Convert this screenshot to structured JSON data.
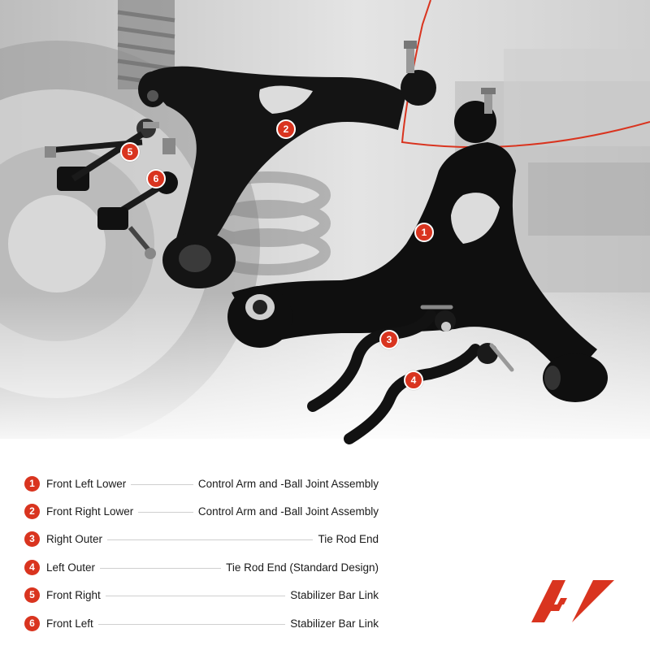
{
  "colors": {
    "accent": "#d9341f",
    "text": "#1a1a1a",
    "part": "#141414",
    "background_gray": "#c8c8c8"
  },
  "callouts": [
    "1",
    "2",
    "3",
    "4",
    "5",
    "6"
  ],
  "legend": [
    {
      "num": "1",
      "left": "Front Left Lower",
      "right": "Control Arm and -Ball Joint Assembly"
    },
    {
      "num": "2",
      "left": "Front Right Lower",
      "right": "Control Arm and -Ball Joint Assembly"
    },
    {
      "num": "3",
      "left": "Right Outer",
      "right": "Tie Rod End"
    },
    {
      "num": "4",
      "left": "Left Outer",
      "right": "Tie Rod End (Standard Design)"
    },
    {
      "num": "5",
      "left": "Front Right",
      "right": "Stabilizer Bar Link"
    },
    {
      "num": "6",
      "left": "Front Left",
      "right": "Stabilizer Bar Link"
    }
  ],
  "logo": {
    "icon": "brand-logo-icon"
  }
}
